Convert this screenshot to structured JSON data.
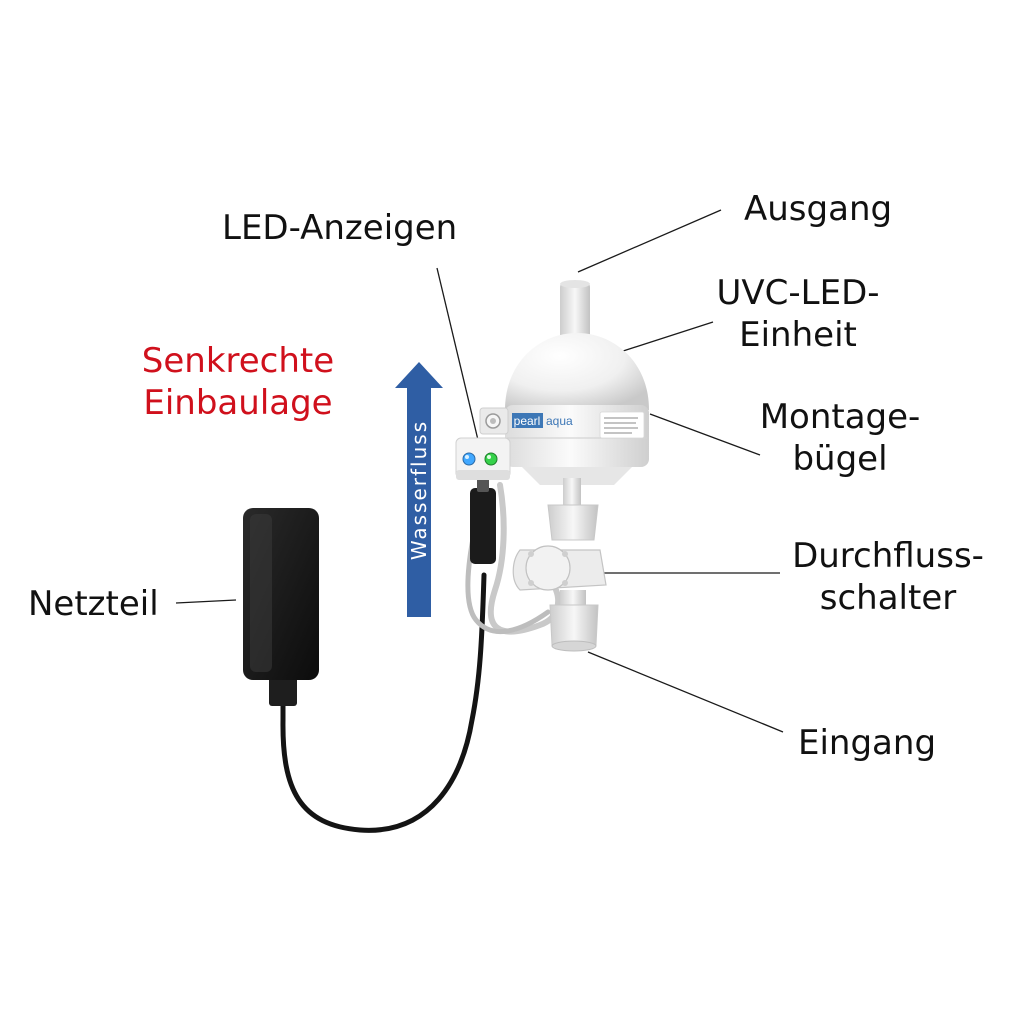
{
  "labels": {
    "led": "LED-Anzeigen",
    "ausgang": "Ausgang",
    "uvc_1": "UVC-LED-",
    "uvc_2": "Einheit",
    "montage_1": "Montage-",
    "montage_2": "bügel",
    "durchfluss_1": "Durchfluss-",
    "durchfluss_2": "schalter",
    "eingang": "Eingang",
    "netzteil": "Netzteil",
    "senkrecht_1": "Senkrechte",
    "senkrecht_2": "Einbaulage",
    "wasserfluss": "Wasserfluss"
  },
  "device": {
    "brand_left": "pearl",
    "brand_right": "aqua"
  },
  "colors": {
    "text": "#111111",
    "accent_red": "#d0101c",
    "flow_arrow": "#2f5ea4",
    "device_white": "#f2f2f2",
    "cable": "#141414",
    "brand_blue": "#3d77b6",
    "led_blue": "#41a8ff",
    "led_green": "#35d14a"
  }
}
